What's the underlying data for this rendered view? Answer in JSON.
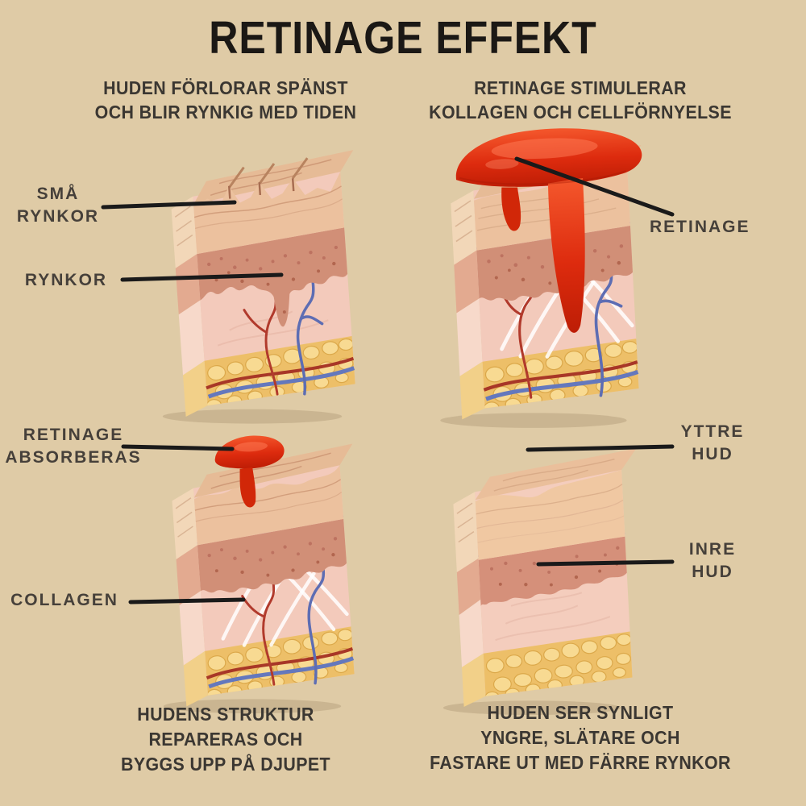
{
  "title": "RETINAGE EFFEKT",
  "subheaders": {
    "left": [
      "HUDEN FÖRLORAR SPÄNST",
      "OCH BLIR RYNKIG MED TIDEN"
    ],
    "right": [
      "RETINAGE STIMULERAR",
      "KOLLAGEN OCH CELLFÖRNYELSE"
    ]
  },
  "labels": {
    "sma_rynkor": [
      "SMÅ",
      "RYNKOR"
    ],
    "rynkor": "RYNKOR",
    "retinage": "RETINAGE",
    "retinage_absorberas": [
      "RETINAGE",
      "ABSORBERAS"
    ],
    "collagen": "COLLAGEN",
    "yttre_hud": [
      "YTTRE",
      "HUD"
    ],
    "inre_hud": [
      "INRE",
      "HUD"
    ]
  },
  "captions": {
    "left": [
      "HUDENS STRUKTUR",
      "REPARERAS OCH",
      "BYGGS UPP PÅ DJUPET"
    ],
    "right": [
      "HUDEN SER SYNLIGT",
      "YNGRE, SLÄTARE OCH",
      "FASTARE UT MED FÄRRE RYNKOR"
    ]
  },
  "colors": {
    "background": "#dfcba6",
    "title_text": "#1b1815",
    "body_text": "#3b3732",
    "label_text": "#46403a",
    "leader_line": "#1a1a1a",
    "retinage_red": "#dd2b0e",
    "epidermis": "#eec2a0",
    "dermis_speckled": "#d18f77",
    "dermis_inner": "#f3cabb",
    "fat_yellow": "#edbf68",
    "artery_red": "#b13a2c",
    "vein_blue": "#5d6db3",
    "collagen_white": "#ffffff",
    "membrane_purple": "#9b85c4"
  }
}
